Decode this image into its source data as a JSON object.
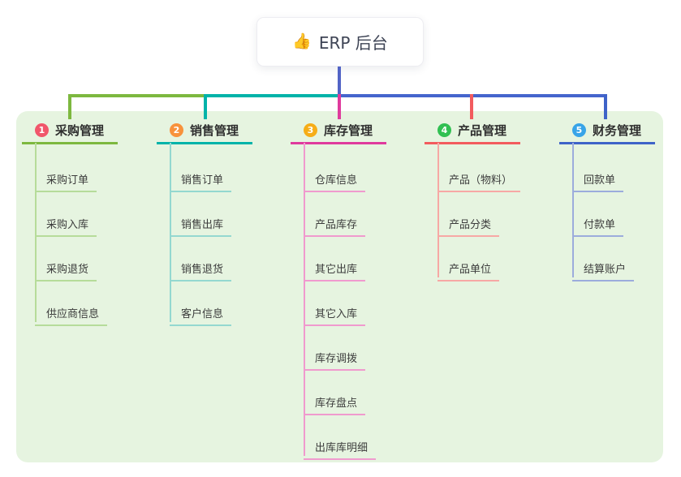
{
  "root": {
    "icon": "👍",
    "label": "ERP 后台"
  },
  "panel_bg": "#e6f4e0",
  "connectors": {
    "root_drop": "#5264c6",
    "rail_right": "#4565cd"
  },
  "branches": [
    {
      "badge": "1",
      "badge_color": "#f1566b",
      "label": "采购管理",
      "color": "#7db83f",
      "light_color": "#b6dc9a",
      "children": [
        "采购订单",
        "采购入库",
        "采购退货",
        "供应商信息"
      ]
    },
    {
      "badge": "2",
      "badge_color": "#f8923c",
      "label": "销售管理",
      "color": "#00b3a9",
      "light_color": "#94d8d0",
      "children": [
        "销售订单",
        "销售出库",
        "销售退货",
        "客户信息"
      ]
    },
    {
      "badge": "3",
      "badge_color": "#f6ad17",
      "label": "库存管理",
      "color": "#df3a9d",
      "light_color": "#f09ace",
      "children": [
        "仓库信息",
        "产品库存",
        "其它出库",
        "其它入库",
        "库存调拨",
        "库存盘点",
        "出库库明细"
      ]
    },
    {
      "badge": "4",
      "badge_color": "#31c052",
      "label": "产品管理",
      "color": "#f25b5e",
      "light_color": "#f7a8a5",
      "children": [
        "产品（物料）",
        "产品分类",
        "产品单位"
      ]
    },
    {
      "badge": "5",
      "badge_color": "#38a4e8",
      "label": "财务管理",
      "color": "#3e63c8",
      "light_color": "#9cacdc",
      "children": [
        "回款单",
        "付款单",
        "结算账户"
      ]
    }
  ]
}
